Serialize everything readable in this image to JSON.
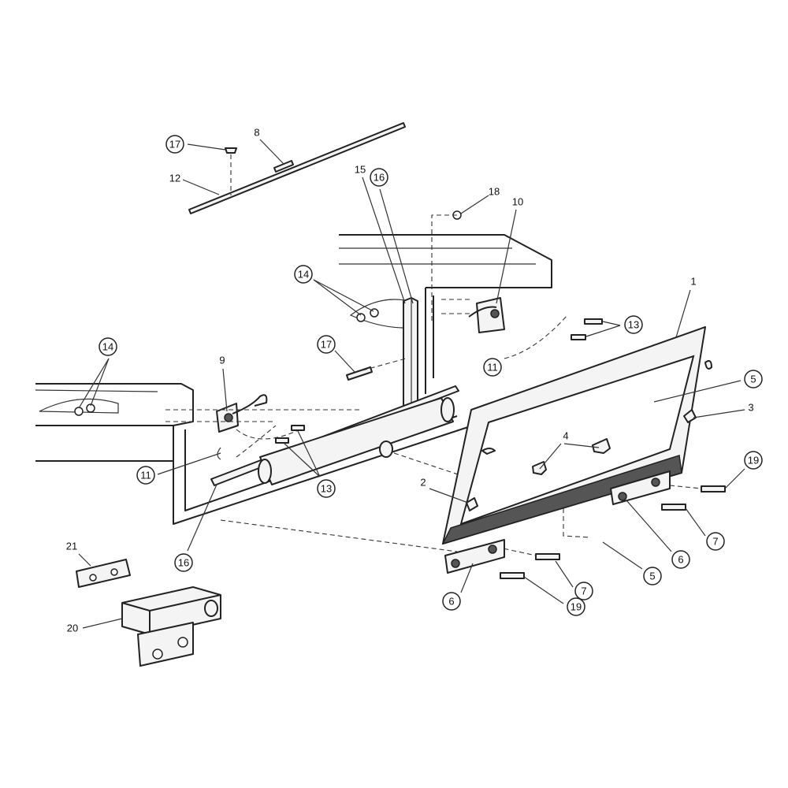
{
  "diagram": {
    "type": "exploded-parts-view",
    "callouts": {
      "c17a": "17",
      "c8": "8",
      "c12": "12",
      "c15": "15",
      "c16a": "16",
      "c18": "18",
      "c10": "10",
      "c14a": "14",
      "c1": "1",
      "c14b": "14",
      "c17b": "17",
      "c13a": "13",
      "c11a": "11",
      "c9": "9",
      "c5a": "5",
      "c3": "3",
      "c4": "4",
      "c19a": "19",
      "c11b": "11",
      "c13b": "13",
      "c2": "2",
      "c7a": "7",
      "c6a": "6",
      "c16b": "16",
      "c5b": "5",
      "c21": "21",
      "c7b": "7",
      "c6b": "6",
      "c19b": "19",
      "c20": "20"
    }
  }
}
